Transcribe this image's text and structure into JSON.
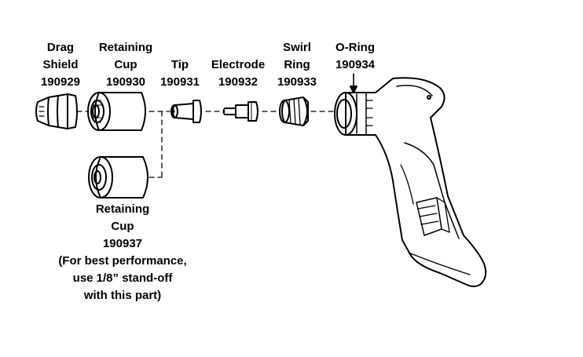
{
  "parts": {
    "drag_shield": {
      "name_line1": "Drag",
      "name_line2": "Shield",
      "part_number": "190929"
    },
    "retaining_cup": {
      "name_line1": "Retaining",
      "name_line2": "Cup",
      "part_number": "190930"
    },
    "tip": {
      "name": "Tip",
      "part_number": "190931"
    },
    "electrode": {
      "name": "Electrode",
      "part_number": "190932"
    },
    "swirl_ring": {
      "name_line1": "Swirl",
      "name_line2": "Ring",
      "part_number": "190933"
    },
    "o_ring": {
      "name": "O-Ring",
      "part_number": "190934"
    },
    "alt_retaining_cup": {
      "name_line1": "Retaining",
      "name_line2": "Cup",
      "part_number": "190937",
      "note_line1": "(For best performance,",
      "note_line2": "use 1/8” stand-off",
      "note_line3": "with this part)"
    }
  },
  "colors": {
    "ink": "#000000",
    "background": "#ffffff"
  },
  "icons": [
    "drag-shield-icon",
    "retaining-cup-icon",
    "tip-icon",
    "electrode-icon",
    "swirl-ring-icon",
    "torch-handle-icon",
    "pointer-arrow-icon"
  ]
}
